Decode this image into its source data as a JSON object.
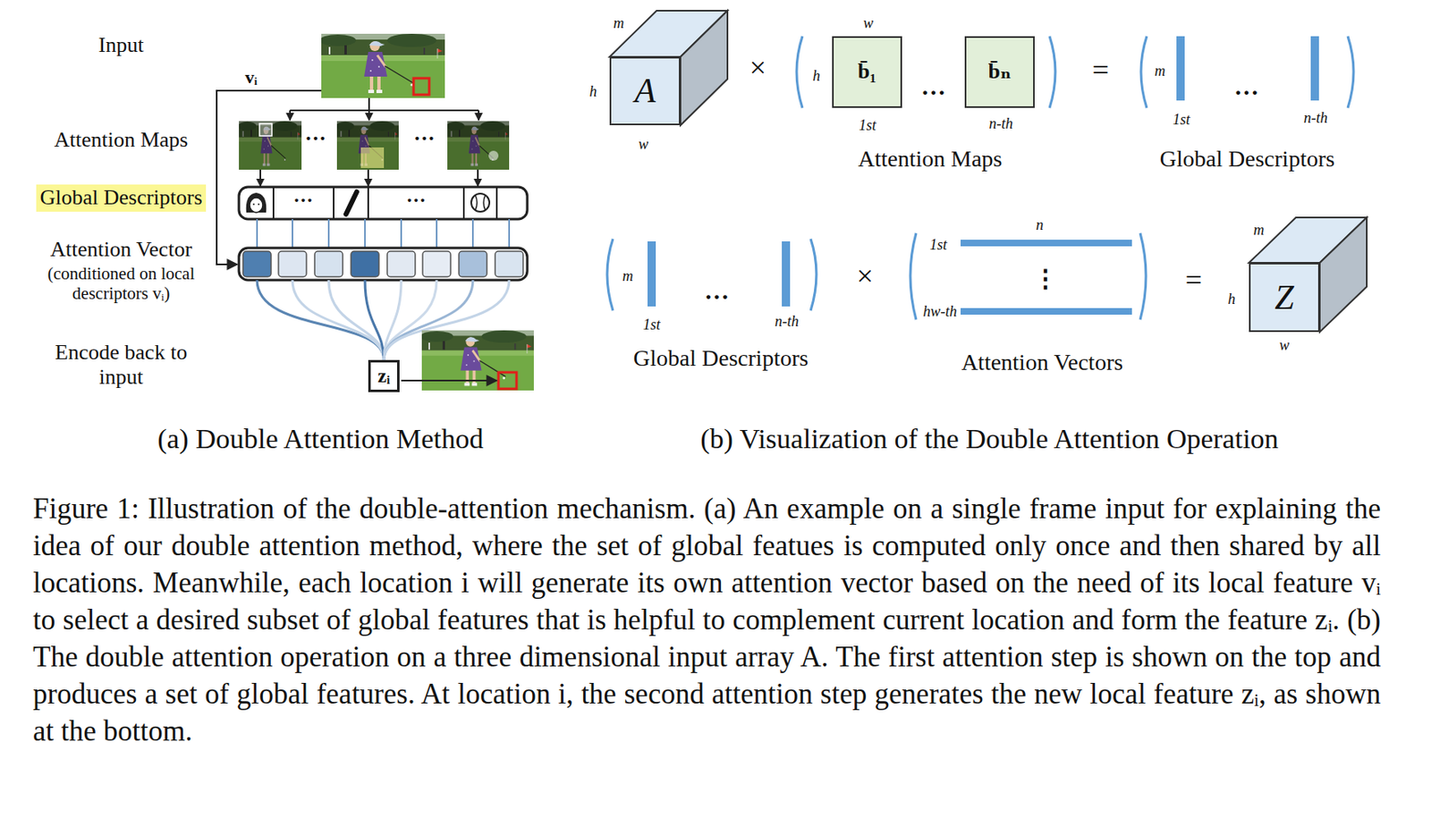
{
  "diagram": {
    "caption": "Figure 1: Illustration of the double-attention mechanism. (a) An example on a single frame input for explaining the idea of our double attention method, where the set of global featues is computed only once and then shared by all locations. Meanwhile, each location i will generate its own attention vector based on the need of its local feature vᵢ to select a desired subset of global features that is helpful to complement current location and form the feature zᵢ. (b) The double attention operation on a three dimensional input array A. The first attention step is shown on the top and produces a set of global features. At location i, the second attention step generates the new local feature zᵢ, as shown at the bottom.",
    "nodes": [
      {
        "text": [
          "Global Descriptors"
        ]
      },
      {
        "text": [
          "zᵢ"
        ]
      },
      {
        "text": [
          "A"
        ]
      },
      {
        "text": [
          "b̄₁"
        ]
      },
      {
        "text": [
          "b̄ₙ"
        ]
      },
      {
        "text": [
          "Z"
        ]
      }
    ],
    "labels": [
      "Input",
      "vᵢ",
      "Attention Maps",
      "···",
      "···",
      "···",
      "···",
      "Attention Vector",
      "(conditioned on local descriptors vᵢ)",
      "Encode back to input",
      "(a) Double Attention Method",
      "m",
      "h",
      "w",
      "×",
      "w",
      "h",
      "…",
      "1st",
      "n-th",
      "Attention Maps",
      "=",
      "m",
      "…",
      "1st",
      "n-th",
      "Global Descriptors",
      "m",
      "…",
      "1st",
      "n-th",
      "Global Descriptors",
      "×",
      "n",
      "1st",
      "⋮",
      "hw-th",
      "Attention Vectors",
      "=",
      "m",
      "h",
      "w",
      "(b) Visualization of the Double Attention Operation"
    ]
  }
}
